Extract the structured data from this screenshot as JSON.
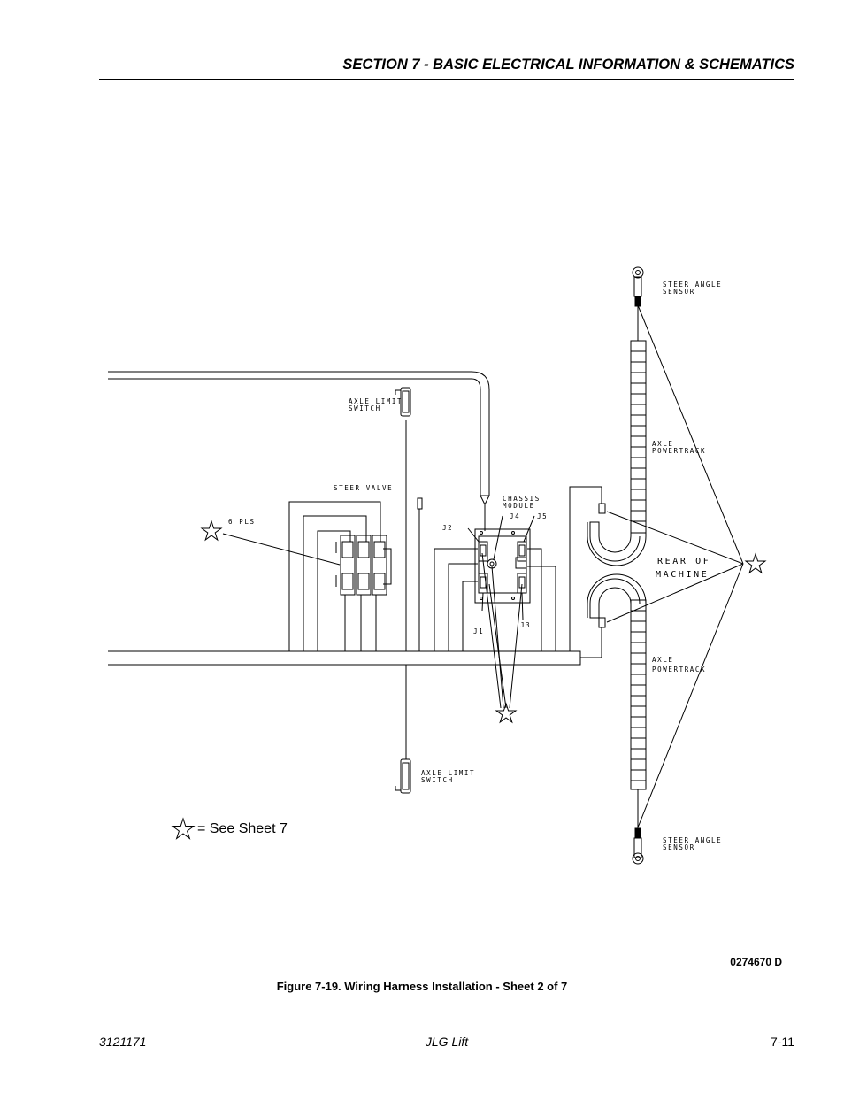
{
  "header": {
    "section_title": "SECTION 7 - BASIC ELECTRICAL INFORMATION & SCHEMATICS"
  },
  "diagram": {
    "labels": {
      "steer_angle_sensor_top": [
        "STEER ANGLE",
        "SENSOR"
      ],
      "axle_limit_switch_top": [
        "AXLE LIMIT",
        "SWITCH"
      ],
      "steer_valve": "STEER VALVE",
      "six_pls": "6 PLS",
      "chassis_module": [
        "CHASSIS",
        "MODULE"
      ],
      "j4": "J4",
      "j5": "J5",
      "j2": "J2",
      "j1": "J1",
      "j3": "J3",
      "axle_powertrack_top": [
        "AXLE",
        "POWERTRACK"
      ],
      "rear_of_machine": [
        "REAR OF",
        "MACHINE"
      ],
      "axle_powertrack_bottom": [
        "AXLE",
        "POWERTRACK"
      ],
      "axle_limit_switch_bottom": [
        "AXLE LIMIT",
        "SWITCH"
      ],
      "steer_angle_sensor_bottom": [
        "STEER ANGLE",
        "SENSOR"
      ]
    },
    "legend": {
      "symbol": "star-icon",
      "text": "= See Sheet 7"
    }
  },
  "drawing_number": "0274670 D",
  "caption": "Figure 7-19.  Wiring Harness Installation - Sheet 2 of 7",
  "footer": {
    "doc_number": "3121171",
    "publisher": "– JLG Lift –",
    "page_number": "7-11"
  }
}
